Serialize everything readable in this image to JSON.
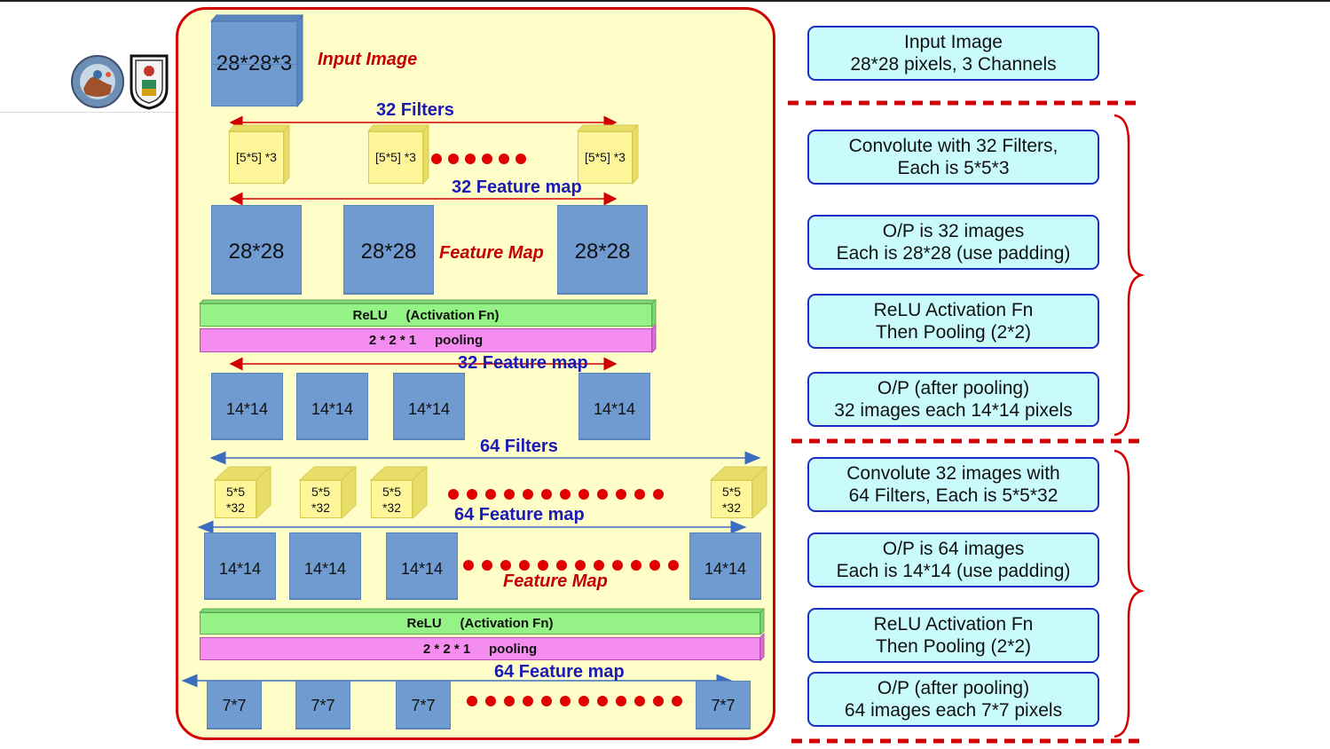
{
  "colors": {
    "panel_fill": "#fffdc8",
    "panel_border": "#d10000",
    "block_blue": "#6f9bd1",
    "filter_yellow": "#fff69a",
    "relu_green": "#94f286",
    "pool_pink": "#f58cf0",
    "right_box_fill": "#c9fbfd",
    "right_box_border": "#1a2bc8",
    "title_blue": "#1a1ab4",
    "title_red": "#c50000"
  },
  "logos": [
    "university-seal-icon",
    "faculty-crest-icon"
  ],
  "stage1": {
    "input_block": "28*28*3",
    "input_label": "Input Image",
    "filters_title": "32 Filters",
    "filters": [
      "[5*5] *3",
      "[5*5] *3",
      "[5*5] *3"
    ],
    "feature_map_title": "32 Feature map",
    "feature_maps": [
      "28*28",
      "28*28",
      "28*28"
    ],
    "feature_map_label": "Feature Map",
    "relu": "ReLU     (Activation Fn)",
    "pooling": "2 * 2 * 1     pooling",
    "pooled_title": "32 Feature map",
    "pooled_maps": [
      "14*14",
      "14*14",
      "14*14",
      "14*14"
    ]
  },
  "stage2": {
    "filters_title": "64 Filters",
    "filters": [
      "5*5\n*32",
      "5*5\n*32",
      "5*5\n*32",
      "5*5\n*32"
    ],
    "feature_map_title": "64 Feature map",
    "feature_maps": [
      "14*14",
      "14*14",
      "14*14",
      "14*14"
    ],
    "feature_map_label": "Feature Map",
    "relu": "ReLU     (Activation Fn)",
    "pooling": "2 * 2 * 1     pooling",
    "pooled_title": "64 Feature map",
    "pooled_maps": [
      "7*7",
      "7*7",
      "7*7",
      "7*7"
    ]
  },
  "right_boxes": [
    [
      "Input Image",
      "28*28 pixels, 3 Channels"
    ],
    [
      "Convolute  with  32 Filters,",
      "Each is  5*5*3"
    ],
    [
      "O/P is 32 images",
      "Each is 28*28 (use padding)"
    ],
    [
      "ReLU Activation Fn",
      "Then Pooling (2*2)"
    ],
    [
      "O/P (after pooling)",
      "32 images each 14*14 pixels"
    ],
    [
      "Convolute 32 images  with",
      "64 Filters,  Each is  5*5*32"
    ],
    [
      "O/P is 64 images",
      "Each is 14*14 (use padding)"
    ],
    [
      "ReLU Activation Fn",
      "Then Pooling (2*2)"
    ],
    [
      "O/P (after pooling)",
      "64 images each 7*7 pixels"
    ]
  ]
}
